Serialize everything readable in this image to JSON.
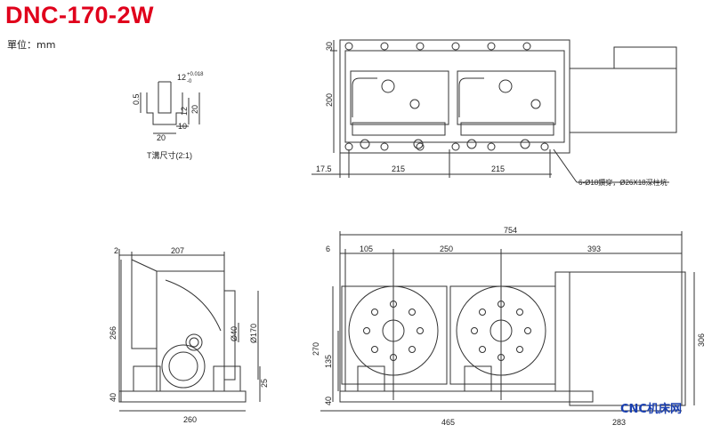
{
  "header": {
    "title": "DNC-170-2W",
    "unit": "單位：mm"
  },
  "tslot": {
    "top_tol": "12",
    "tol_plus": "+0.018",
    "tol_minus": "-0",
    "dim_05": "0.5",
    "dim_12": "12",
    "dim_20v": "20",
    "dim_20h": "20",
    "dim_10": "10",
    "caption": "T溝尺寸(2:1)"
  },
  "top_view": {
    "dim_30": "30",
    "dim_200": "200",
    "dim_175": "17.5",
    "dim_215a": "215",
    "dim_215b": "215",
    "hole_note": "6-Ø18鑽穿，Ø26X18深柱坑"
  },
  "side_view": {
    "dim_2": "2",
    "dim_207": "207",
    "dim_266": "266",
    "dim_40d": "Ø40",
    "dim_170d": "Ø170",
    "dim_40": "40",
    "dim_25": "25",
    "dim_260": "260"
  },
  "front_view": {
    "dim_754": "754",
    "dim_6": "6",
    "dim_105": "105",
    "dim_250": "250",
    "dim_393": "393",
    "dim_270": "270",
    "dim_135": "135",
    "dim_40": "40",
    "dim_306": "306",
    "dim_465": "465",
    "dim_283": "283"
  },
  "watermark": "CNC机床网",
  "colors": {
    "title": "#e0001b",
    "lines": "#333333",
    "watermark": "#1a3fb0"
  }
}
